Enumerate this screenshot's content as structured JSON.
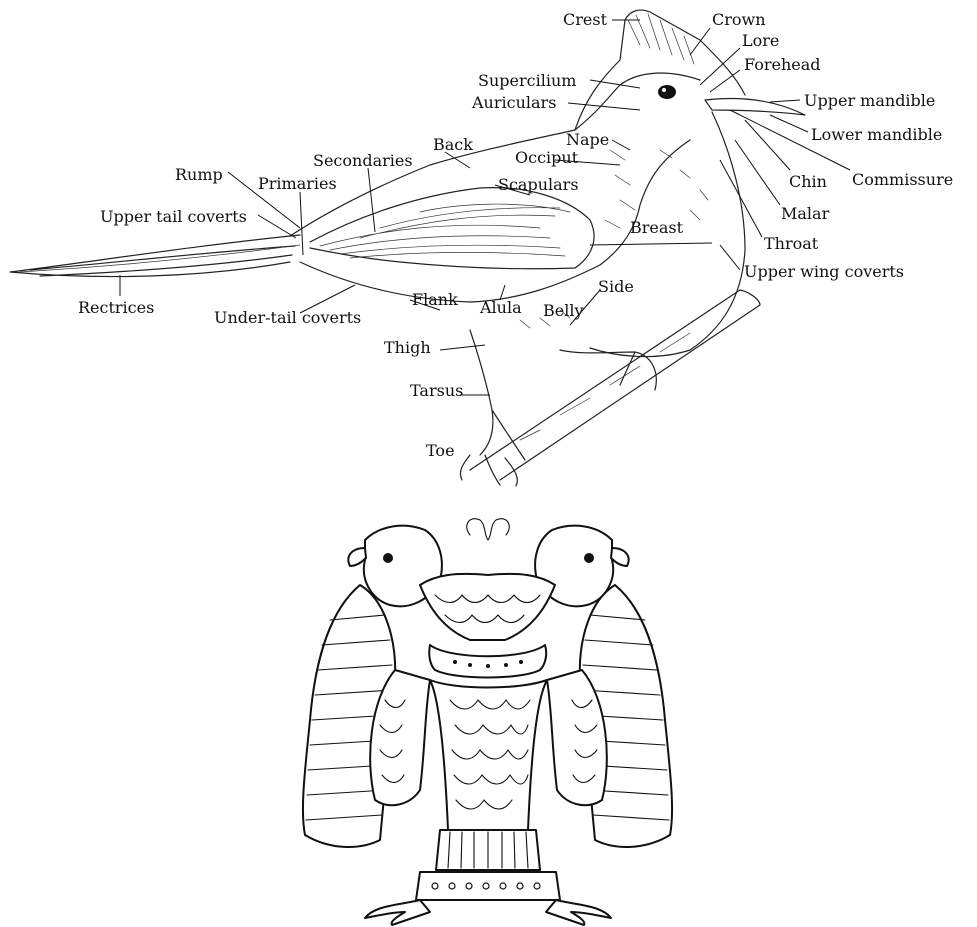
{
  "labels": {
    "crest": "Crest",
    "crown": "Crown",
    "lore": "Lore",
    "forehead": "Forehead",
    "supercilium": "Supercilium",
    "upper_mandible": "Upper mandible",
    "auriculars": "Auriculars",
    "lower_mandible": "Lower mandible",
    "nape": "Nape",
    "back": "Back",
    "occiput": "Occiput",
    "secondaries": "Secondaries",
    "chin": "Chin",
    "commissure": "Commissure",
    "rump": "Rump",
    "primaries": "Primaries",
    "scapulars": "Scapulars",
    "malar": "Malar",
    "upper_tail_coverts": "Upper tail coverts",
    "breast": "Breast",
    "throat": "Throat",
    "upper_wing_coverts": "Upper wing coverts",
    "side": "Side",
    "rectrices": "Rectrices",
    "flank": "Flank",
    "alula": "Alula",
    "belly": "Belly",
    "under_tail_coverts": "Under-tail coverts",
    "thigh": "Thigh",
    "tarsus": "Tarsus",
    "toe": "Toe"
  }
}
